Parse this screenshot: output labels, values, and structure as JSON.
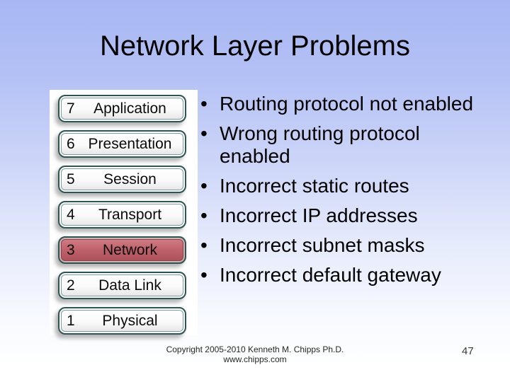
{
  "slide": {
    "title": "Network Layer Problems",
    "page_number": "47"
  },
  "osi_stack": {
    "layers": [
      {
        "num": "7",
        "name": "Application",
        "highlighted": false
      },
      {
        "num": "6",
        "name": "Presentation",
        "highlighted": false
      },
      {
        "num": "5",
        "name": "Session",
        "highlighted": false
      },
      {
        "num": "4",
        "name": "Transport",
        "highlighted": false
      },
      {
        "num": "3",
        "name": "Network",
        "highlighted": true
      },
      {
        "num": "2",
        "name": "Data Link",
        "highlighted": false
      },
      {
        "num": "1",
        "name": "Physical",
        "highlighted": false
      }
    ]
  },
  "bullets": {
    "marker": "•",
    "items": [
      {
        "text": "Routing protocol not enabled"
      },
      {
        "text": "Wrong routing protocol\nenabled"
      },
      {
        "text": "Incorrect static routes"
      },
      {
        "text": "Incorrect IP addresses"
      },
      {
        "text": "Incorrect subnet masks"
      },
      {
        "text": "Incorrect default gateway"
      }
    ]
  },
  "footer": {
    "copyright_line1": "Copyright 2005-2010  Kenneth M. Chipps Ph.D.",
    "copyright_line2": "www.chipps.com"
  },
  "colors": {
    "background_top": "#a8b7f4",
    "background_bottom": "#ffffff",
    "layer_box_border": "#2f5454",
    "network_highlight_fill": "#c2636c",
    "text": "#000000"
  }
}
